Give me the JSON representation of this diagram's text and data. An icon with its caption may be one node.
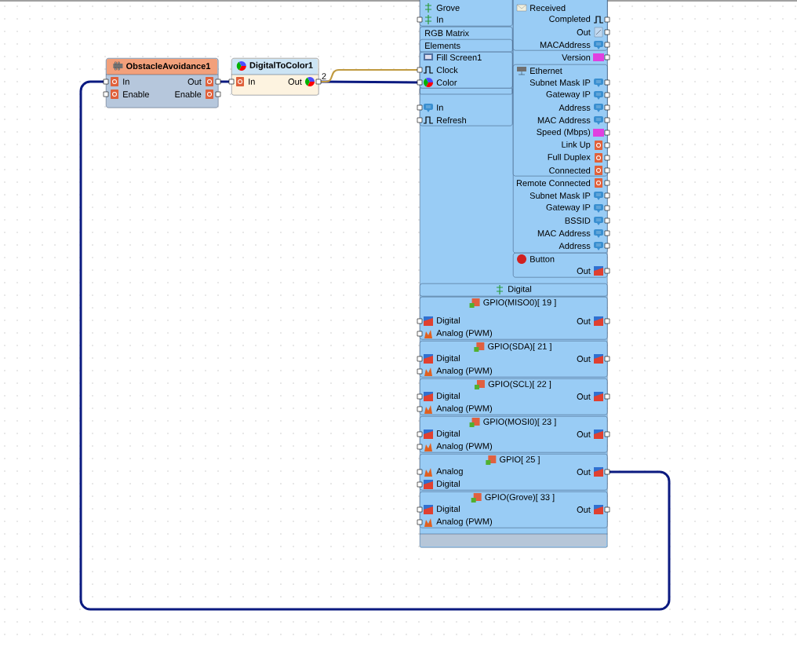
{
  "diagram": {
    "nodes": [
      {
        "text": [
          "ObstacleAvoidance1",
          "In",
          "Out",
          "Enable",
          "Enable"
        ]
      },
      {
        "text": [
          "DigitalToColor1",
          "In",
          "Out"
        ]
      },
      {
        "text": [],
        "shape": "box"
      },
      {
        "text": [
          "Grove",
          "In"
        ],
        "in": 2
      },
      {
        "text": [
          "RGB Matrix",
          "In",
          "Refresh"
        ],
        "in": 2
      },
      {
        "text": [
          "Elements"
        ],
        "in": 4
      },
      {
        "text": [
          "Fill Screen1",
          "Clock",
          "Color"
        ],
        "in": 4
      },
      {
        "text": [
          "Version",
          "Remote Connected",
          "Subnet Mask IP",
          "Gateway IP",
          "BSSID",
          "MAC Address",
          "Address"
        ],
        "in": 2
      },
      {
        "text": [
          "Received",
          "Completed",
          "Out",
          "MACAddress"
        ],
        "in": 7
      },
      {
        "text": [
          "Ethernet",
          "Subnet Mask IP",
          "Gateway IP",
          "Address",
          "MAC Address",
          "Speed (Mbps)",
          "Link Up",
          "Full Duplex",
          "Connected"
        ],
        "in": 7
      },
      {
        "text": [
          "Button",
          "Out"
        ],
        "in": 2
      },
      {
        "text": [
          "Digital"
        ],
        "in": 2
      },
      {
        "text": [
          "GPIO(MISO0)[ 19 ]",
          "Digital",
          "Analog (PWM)",
          "Out"
        ],
        "in": 2
      },
      {
        "text": [
          "GPIO(SDA)[ 21 ]",
          "Digital",
          "Analog (PWM)",
          "Out"
        ],
        "in": 2
      },
      {
        "text": [
          "GPIO(SCL)[ 22 ]",
          "Digital",
          "Analog (PWM)",
          "Out"
        ],
        "in": 2
      },
      {
        "text": [
          "GPIO(MOSI0)[ 23 ]",
          "Digital",
          "Analog (PWM)",
          "Out"
        ],
        "in": 2
      },
      {
        "text": [
          "GPIO[ 25 ]",
          "Analog",
          "Digital",
          "Out"
        ],
        "in": 2
      },
      {
        "text": [
          "GPIO(Grove)[ 33 ]",
          "Digital",
          "Analog (PWM)",
          "Out"
        ],
        "in": 2
      }
    ],
    "edges": [
      {
        "from": 0,
        "to": 1,
        "arrow": "none"
      },
      {
        "from": 1,
        "to": 6,
        "arrow": "none"
      },
      {
        "from": 1,
        "to": 6,
        "arrow": "none",
        "color": "#c09a40"
      },
      {
        "from": 16,
        "to": 0,
        "arrow": "none"
      }
    ],
    "labels": [
      "2"
    ]
  }
}
